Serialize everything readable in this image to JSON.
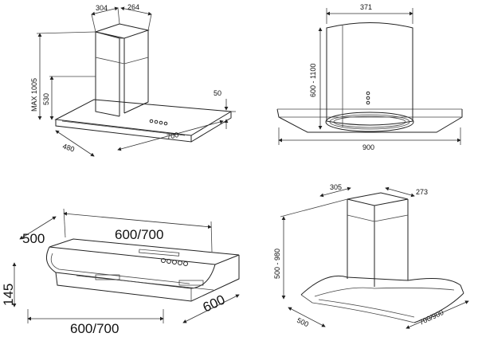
{
  "panels": {
    "top_left": {
      "dims": {
        "w304": "304",
        "w264": "264",
        "max1005": "MAX 1005",
        "h530": "530",
        "h50": "50",
        "d480": "480",
        "w700": "700"
      }
    },
    "top_right": {
      "dims": {
        "w371": "371",
        "h600_1100": "600 - 1100",
        "w900": "900"
      }
    },
    "bottom_left": {
      "dims": {
        "d500": "500",
        "w600_700_top": "600/700",
        "h145": "145",
        "d600": "600",
        "w600_700_bottom": "600/700"
      }
    },
    "bottom_right": {
      "dims": {
        "w305": "305",
        "w273": "273",
        "h500_980": "500 - 980",
        "d500": "500",
        "w700_900": "700/900"
      }
    }
  }
}
